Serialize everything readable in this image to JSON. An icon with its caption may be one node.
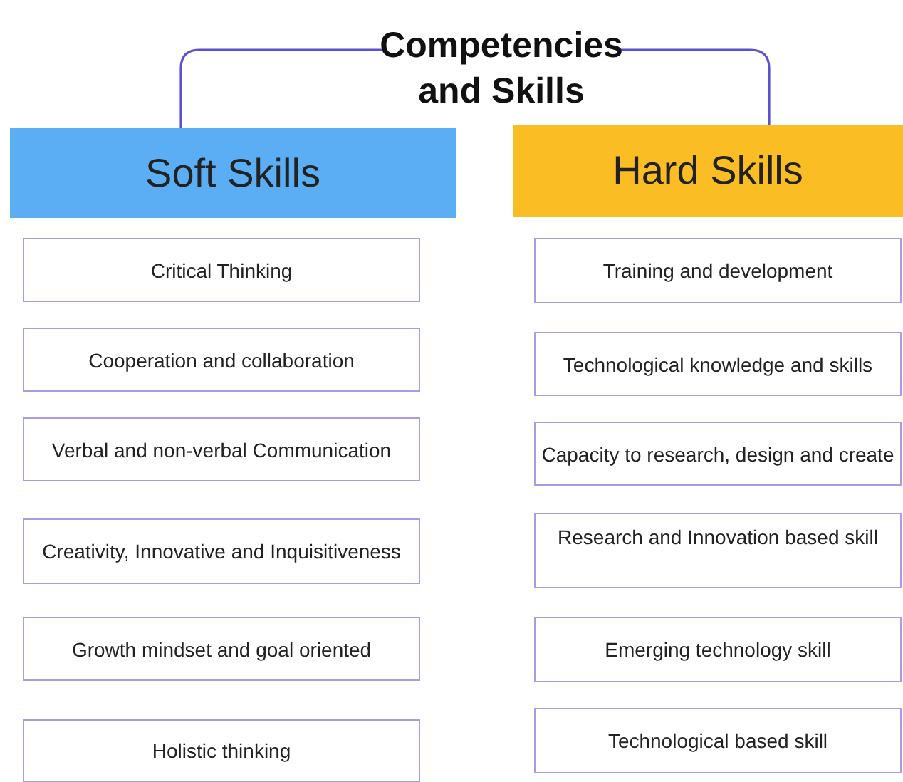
{
  "diagram": {
    "nodes": [
      {
        "text": [
          "Competencies and Skills"
        ]
      },
      {
        "text": [
          "Soft Skills"
        ]
      },
      {
        "text": [
          "Hard Skills"
        ]
      },
      {
        "text": [
          "Critical Thinking"
        ]
      },
      {
        "text": [
          "Cooperation and collaboration"
        ]
      },
      {
        "text": [
          "Verbal and non-verbal Communication"
        ]
      },
      {
        "text": [
          "Creativity, Innovative and Inquisitiveness"
        ]
      },
      {
        "text": [
          "Growth mindset and goal oriented"
        ]
      },
      {
        "text": [
          "Holistic thinking"
        ]
      },
      {
        "text": [
          "Training and development"
        ]
      },
      {
        "text": [
          "Technological knowledge and skills"
        ]
      },
      {
        "text": [
          "Capacity to research, design and create"
        ]
      },
      {
        "text": [
          "Research and Innovation based skill"
        ]
      },
      {
        "text": [
          "Emerging technology skill"
        ]
      },
      {
        "text": [
          "Technological based skill"
        ]
      }
    ],
    "edges": [
      {
        "from": 0,
        "to": 1,
        "arrow": "none"
      },
      {
        "from": 0,
        "to": 2,
        "arrow": "none"
      }
    ]
  }
}
